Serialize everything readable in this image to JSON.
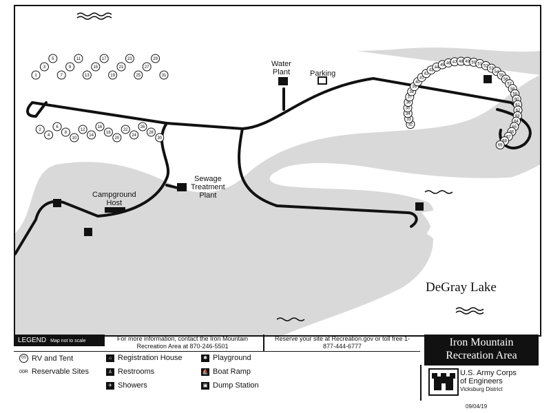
{
  "map": {
    "lake_name": "DeGray Lake",
    "labels": {
      "water_plant": "Water\nPlant",
      "parking": "Parking",
      "sewage_plant": "Sewage\nTreatment\nPlant",
      "campground_host": "Campground\nHost"
    },
    "sites": [
      "1",
      "2",
      "3",
      "4",
      "5",
      "6",
      "7",
      "8",
      "9",
      "10",
      "11",
      "12",
      "13",
      "14",
      "15",
      "16",
      "17",
      "18",
      "19",
      "20",
      "21",
      "22",
      "23",
      "24",
      "25",
      "26",
      "27",
      "28",
      "29",
      "30",
      "31",
      "32",
      "33",
      "34",
      "35",
      "36",
      "37",
      "38",
      "39",
      "40",
      "41",
      "42",
      "43",
      "44",
      "45",
      "46",
      "47",
      "48",
      "49",
      "50",
      "51",
      "52",
      "53",
      "54",
      "55",
      "56",
      "57",
      "58",
      "59",
      "60",
      "61",
      "62",
      "63",
      "64",
      "65",
      "66",
      "67",
      "68",
      "69"
    ],
    "colors": {
      "land": "#d9d9d9",
      "water": "#ffffff",
      "road": "#111111"
    }
  },
  "legend": {
    "title": "LEGEND",
    "note": "Map not to scale",
    "contact": "For more information, contact the Iron Mountain Recreation Area at 870-246-5501",
    "reserve": "Reserve your site at Recreation.gov or toll free 1-877-444-6777",
    "items": {
      "rv_tent": "RV and Tent",
      "reservable": "Reservable Sites",
      "registration": "Registration House",
      "restrooms": "Restrooms",
      "showers": "Showers",
      "playground": "Playground",
      "boat_ramp": "Boat Ramp",
      "dump_station": "Dump Station"
    },
    "icons": {
      "rv_tent": "00",
      "reservable": "00R",
      "registration": "registration-icon",
      "restrooms": "restroom-icon",
      "showers": "shower-icon",
      "playground": "playground-icon",
      "boat_ramp": "boat-ramp-icon",
      "dump_station": "dump-station-icon"
    },
    "area_name": "Iron Mountain\nRecreation Area",
    "agency": "U.S. Army Corps\nof Engineers",
    "district": "Vicksburg District",
    "date": "09/04/19"
  }
}
